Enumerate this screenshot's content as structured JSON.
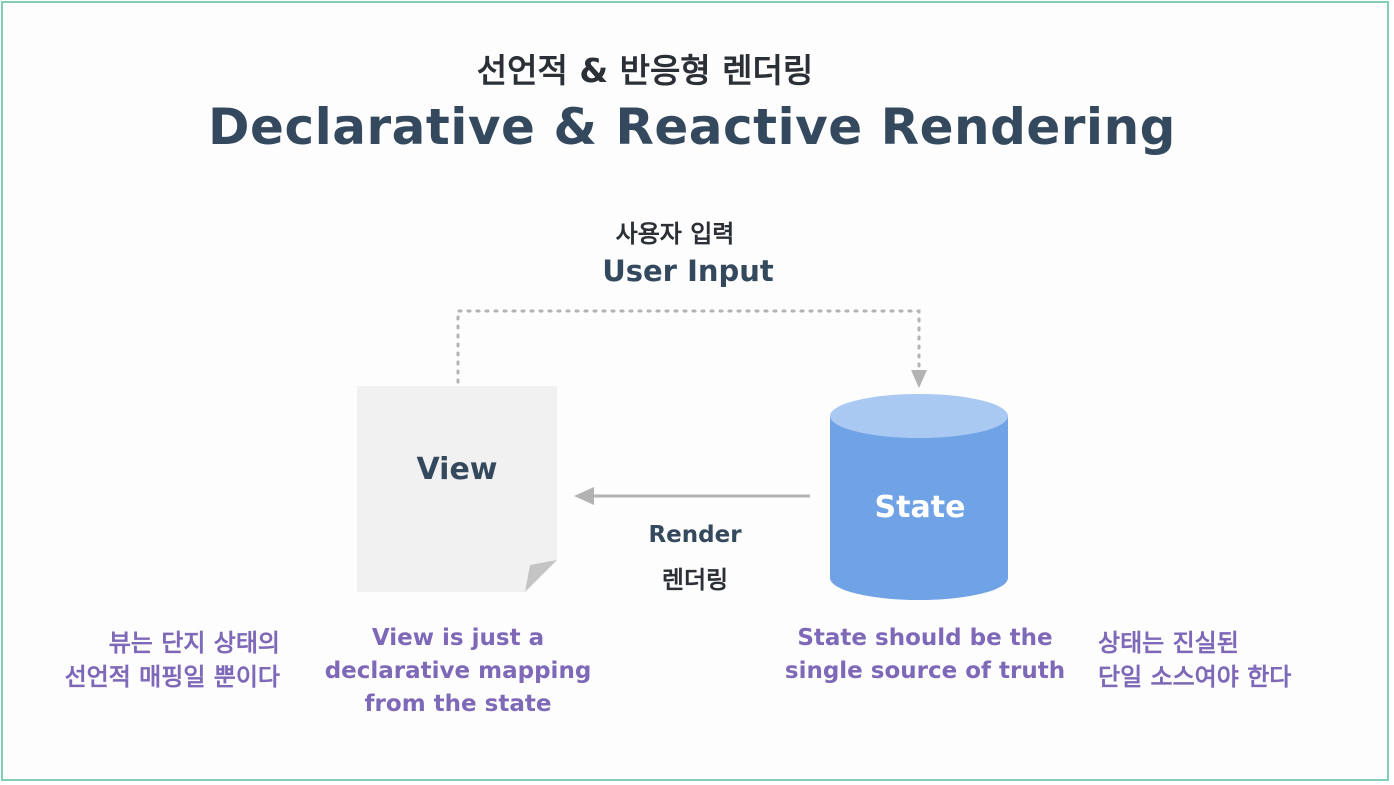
{
  "title": {
    "korean": "선언적 & 반응형 렌더링",
    "english": "Declarative & Reactive Rendering"
  },
  "user_input": {
    "korean": "사용자 입력",
    "english": "User Input"
  },
  "view": {
    "label": "View",
    "description_lines": [
      "View is just a",
      "declarative mapping",
      "from the state"
    ],
    "korean_lines": [
      "뷰는 단지 상태의",
      "선언적 매핑일 뿐이다"
    ]
  },
  "state": {
    "label": "State",
    "description_lines": [
      "State should be the",
      "single source of truth"
    ],
    "korean_lines": [
      "상태는 진실된",
      "단일 소스여야 한다"
    ]
  },
  "render": {
    "english": "Render",
    "korean": "렌더링"
  },
  "colors": {
    "frame_border": "#7fcfb0",
    "heading": "#34495e",
    "korean_text": "#2b2f36",
    "description": "#7e68b8",
    "state_cylinder": "#6fa3e6",
    "state_cylinder_top": "#a9c8f2",
    "view_page": "#f1f1f1",
    "arrow": "#b3b3b3"
  }
}
